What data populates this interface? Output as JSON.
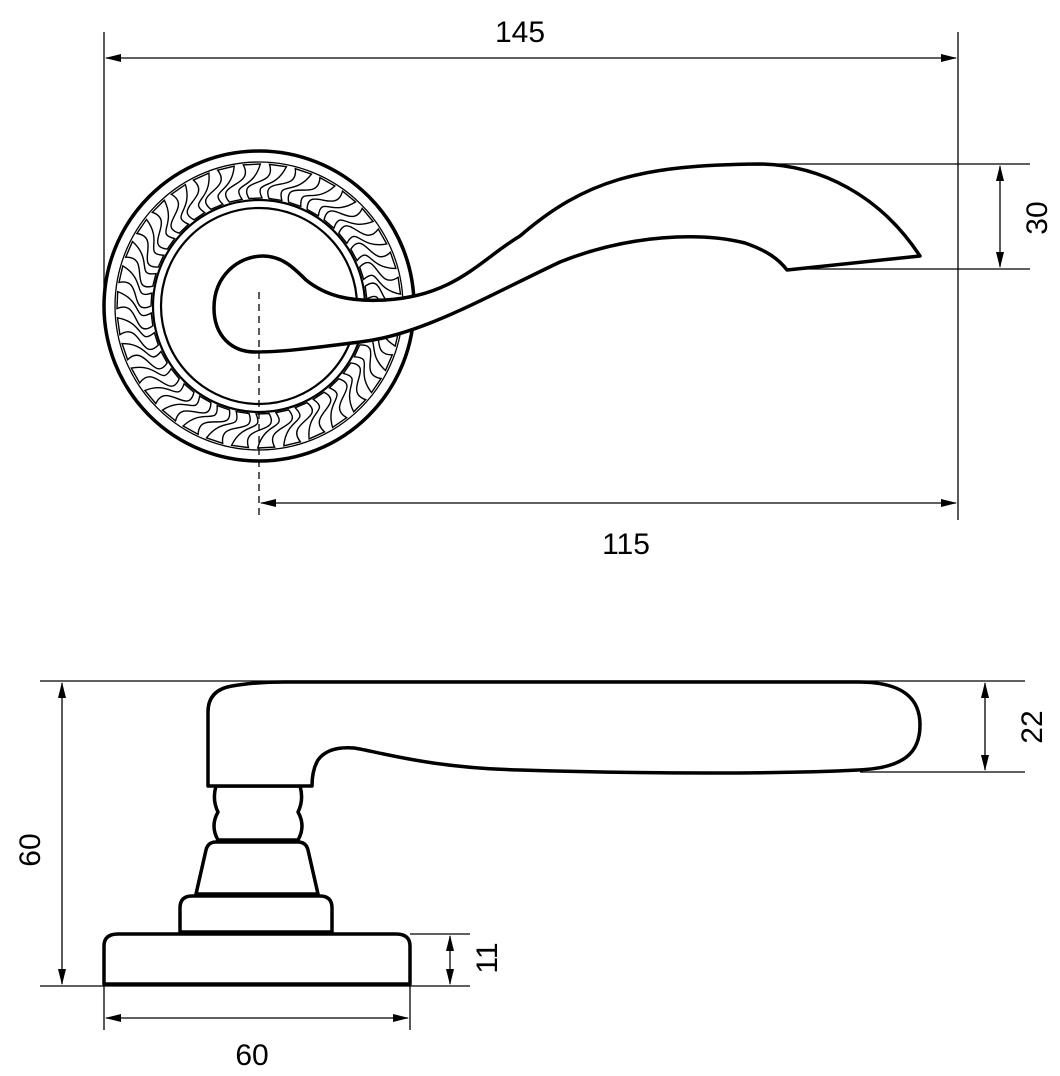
{
  "drawing": {
    "stroke_color": "#000000",
    "background_color": "#ffffff",
    "top_view": {
      "dim_total_length": "145",
      "dim_lever_length": "115",
      "dim_lever_width": "30"
    },
    "side_view": {
      "dim_height": "60",
      "dim_lever_thickness": "22",
      "dim_rose_thickness": "11",
      "dim_rose_diameter": "60"
    }
  }
}
